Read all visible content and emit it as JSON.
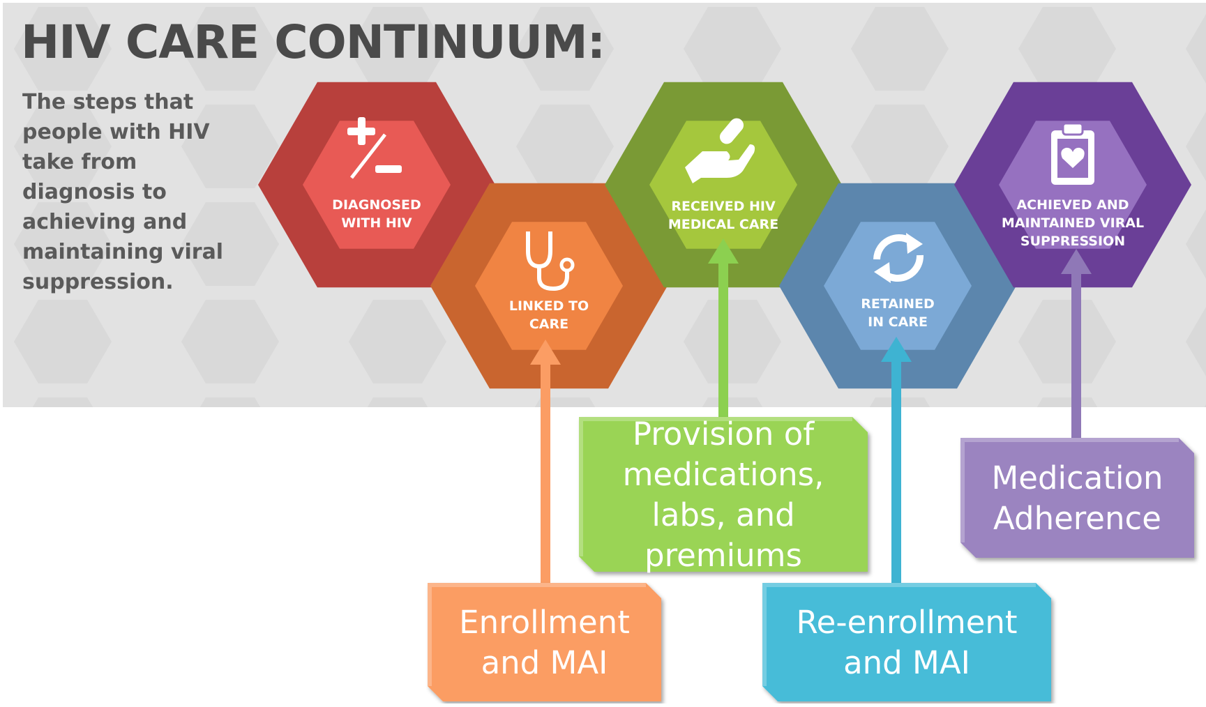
{
  "header": {
    "title": "HIV CARE CONTINUUM:",
    "description": "The steps that people with HIV take from diagnosis to achieving and maintaining viral suppression."
  },
  "steps": [
    {
      "label_lines": [
        "DIAGNOSED",
        "WITH HIV"
      ],
      "icon": "plus-minus-icon",
      "outer_color": "#b8403c",
      "inner_color": "#e85a55"
    },
    {
      "label_lines": [
        "LINKED TO",
        "CARE"
      ],
      "icon": "stethoscope-icon",
      "outer_color": "#c9652f",
      "inner_color": "#f08443"
    },
    {
      "label_lines": [
        "RECEIVED HIV",
        "MEDICAL CARE"
      ],
      "icon": "hand-pill-icon",
      "outer_color": "#7a9a35",
      "inner_color": "#a5c73d"
    },
    {
      "label_lines": [
        "RETAINED",
        "IN CARE"
      ],
      "icon": "refresh-cycle-icon",
      "outer_color": "#5c86ad",
      "inner_color": "#7ca9d6"
    },
    {
      "label_lines": [
        "ACHIEVED AND",
        "MAINTAINED VIRAL",
        "SUPPRESSION"
      ],
      "icon": "clipboard-heart-icon",
      "outer_color": "#6a3f97",
      "inner_color": "#9671c0"
    }
  ],
  "programs": [
    {
      "label_lines": [
        "Enrollment",
        "and MAI"
      ],
      "points_to": "LINKED TO CARE",
      "color": "#fb9d64",
      "arrow_color": "#fb9d64"
    },
    {
      "label_lines": [
        "Provision of",
        "medications,",
        "labs, and",
        "premiums"
      ],
      "points_to": "RECEIVED HIV MEDICAL CARE",
      "color": "#9ad455",
      "arrow_color": "#8cd050"
    },
    {
      "label_lines": [
        "Re-enrollment",
        "and MAI"
      ],
      "points_to": "RETAINED IN CARE",
      "color": "#46bcd8",
      "arrow_color": "#3eb3d2"
    },
    {
      "label_lines": [
        "Medication",
        "Adherence"
      ],
      "points_to": "ACHIEVED AND MAINTAINED VIRAL SUPPRESSION",
      "color": "#9b84c0",
      "arrow_color": "#8f78b7"
    }
  ]
}
